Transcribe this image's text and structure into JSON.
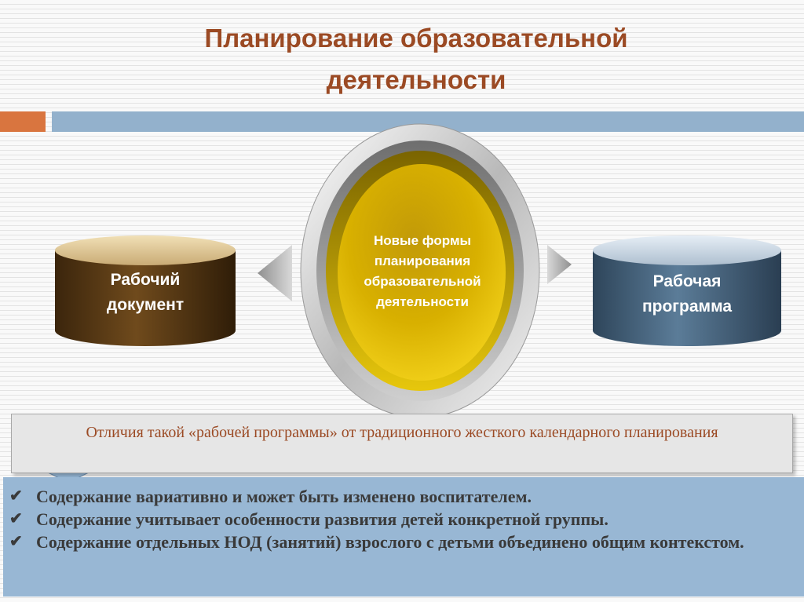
{
  "title": {
    "line1": "Планирование образовательной",
    "line2": "деятельности"
  },
  "diagram": {
    "left": {
      "line1": "Рабочий",
      "line2": "документ"
    },
    "center": {
      "line1": "Новые формы",
      "line2": "планирования",
      "line3": "образовательной",
      "line4": "деятельности"
    },
    "right": {
      "line1": "Рабочая",
      "line2": "программа"
    }
  },
  "differences": {
    "heading": "Отличия такой «рабочей программы» от традиционного жесткого календарного планирования",
    "items": [
      "Содержание вариативно и может быть изменено воспитателем.",
      "Содержание учитывает особенности развития детей конкретной группы.",
      "Содержание отдельных НОД (занятий) взрослого с детьми объединено общим контекстом."
    ]
  },
  "colors": {
    "title": "#9b4a24",
    "accent_orange": "#d9753f",
    "accent_blue": "#93b1cc",
    "left_cylinder": "#5a3a14",
    "right_cylinder": "#4d6b85",
    "center_gold": "#e0b800",
    "list_background": "#98b7d4"
  },
  "icons": {
    "item_marker": "checkmark-icon",
    "pointer": "down-arrow-icon"
  }
}
